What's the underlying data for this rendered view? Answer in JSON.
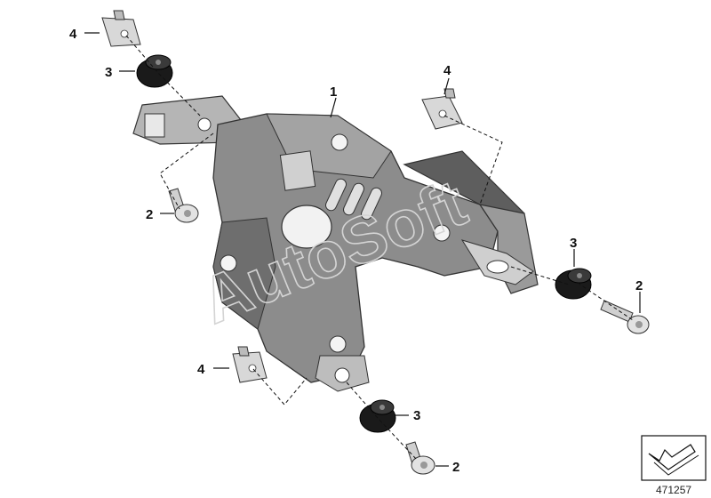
{
  "watermark": "AutoSoft",
  "document_number": "471257",
  "callouts": [
    {
      "id": "c1",
      "label": "1"
    },
    {
      "id": "c2a",
      "label": "2"
    },
    {
      "id": "c2b",
      "label": "2"
    },
    {
      "id": "c2c",
      "label": "2"
    },
    {
      "id": "c3a",
      "label": "3"
    },
    {
      "id": "c3b",
      "label": "3"
    },
    {
      "id": "c3c",
      "label": "3"
    },
    {
      "id": "c4a",
      "label": "4"
    },
    {
      "id": "c4b",
      "label": "4"
    },
    {
      "id": "c4c",
      "label": "4"
    }
  ],
  "icons": {
    "direction": "arrow-direction-icon"
  },
  "colors": {
    "bracket": "#8c8c8c",
    "bracket_dark": "#5e5e5e",
    "rubber": "#1a1a1a",
    "metal": "#cfcfcf"
  }
}
